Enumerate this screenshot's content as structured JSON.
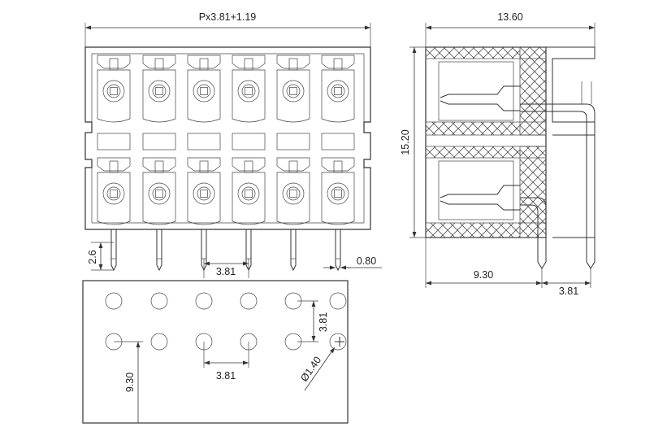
{
  "front_view": {
    "width_label": "Px3.81+1.19",
    "pin_length_label": "2.6",
    "pin_pitch_label": "3.81",
    "pin_width_label": "0.80"
  },
  "side_view": {
    "width_label": "13.60",
    "height_label": "15.20",
    "row_offset_label": "9.30",
    "row_pitch_label": "3.81"
  },
  "pcb_view": {
    "vertical_pitch_label": "3.81",
    "horizontal_pitch_label": "3.81",
    "row_spacing_label": "9.30",
    "hole_diameter_label": "Ø1.40"
  },
  "colors": {
    "line": "#333333",
    "background": "#ffffff"
  }
}
